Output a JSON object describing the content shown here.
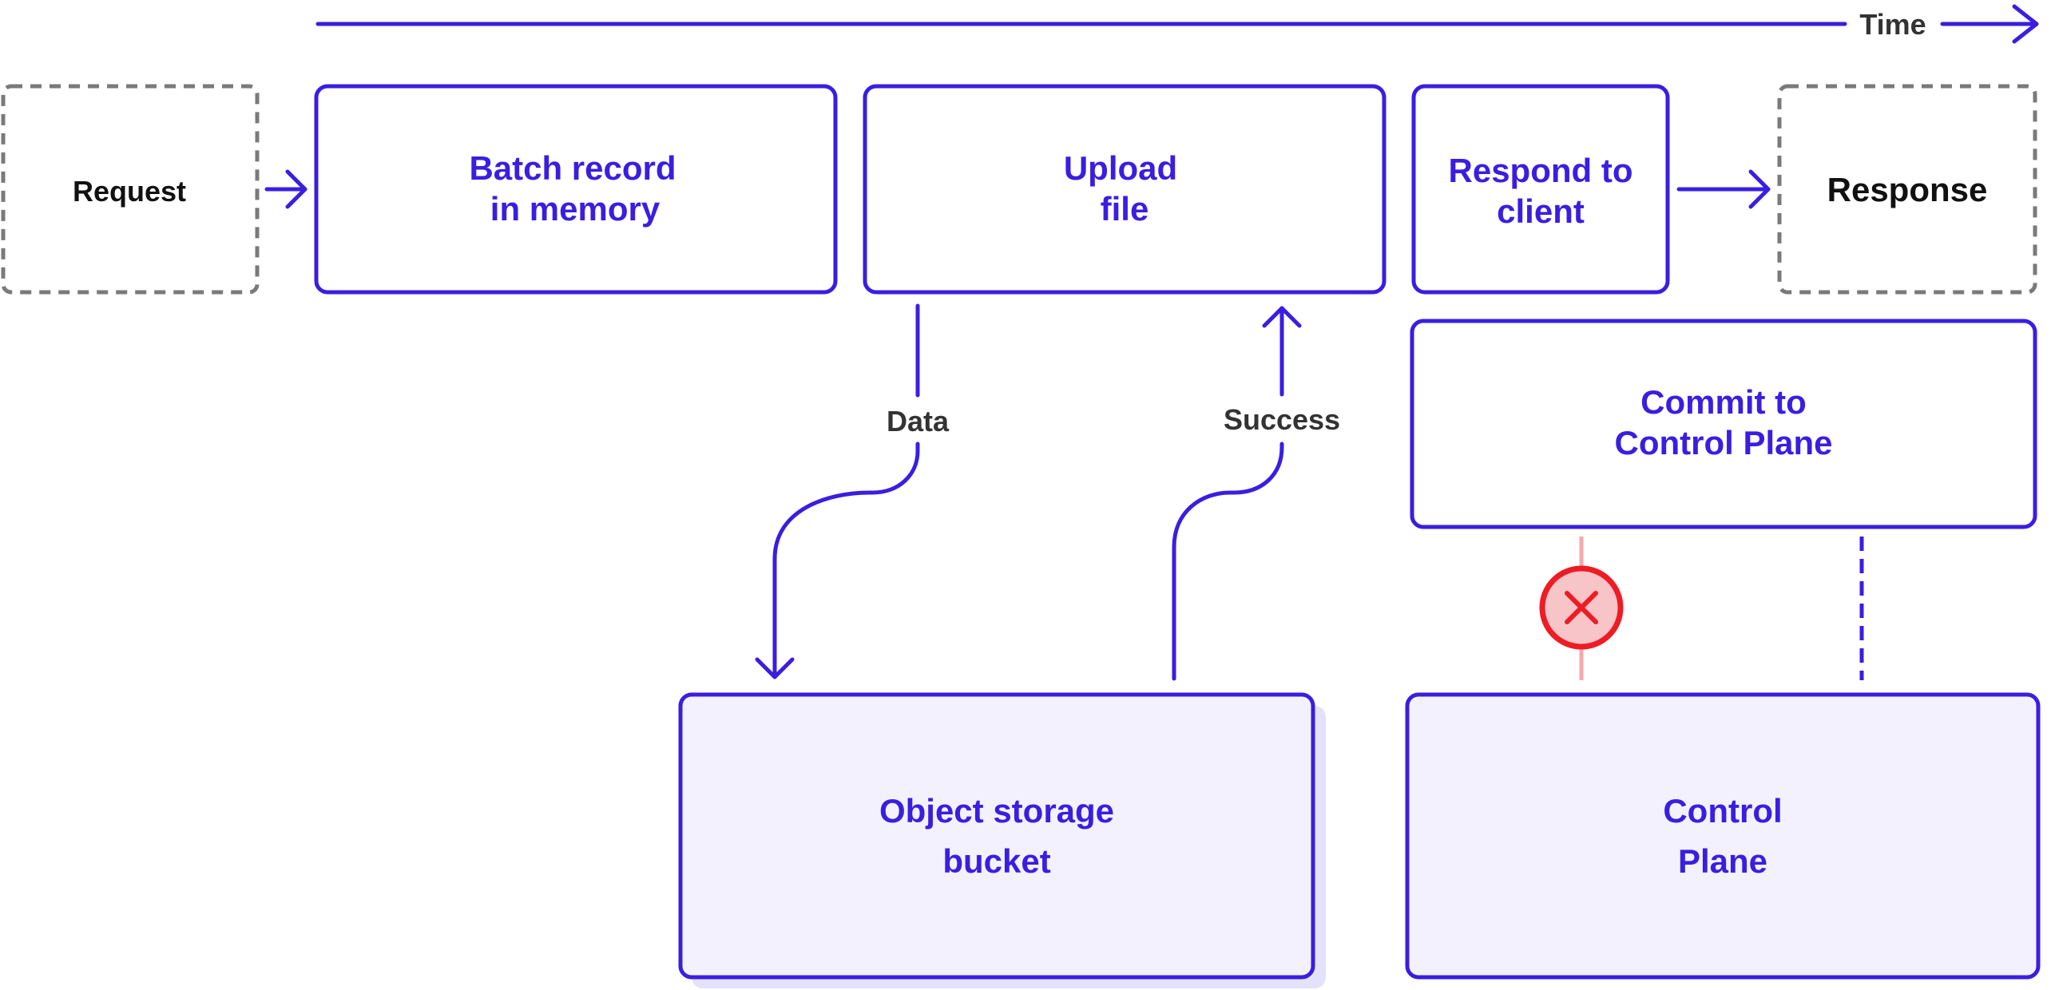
{
  "timeline": {
    "label": "Time"
  },
  "nodes": {
    "request": {
      "label": "Request"
    },
    "batch_record": {
      "lines": [
        "Batch record",
        "in memory"
      ]
    },
    "upload_file": {
      "lines": [
        "Upload",
        "file"
      ]
    },
    "respond_client": {
      "lines": [
        "Respond to",
        "client"
      ]
    },
    "response": {
      "label": "Response"
    },
    "commit_control_plane": {
      "lines": [
        "Commit to",
        "Control Plane"
      ]
    },
    "object_storage": {
      "lines": [
        "Object storage",
        "bucket"
      ]
    },
    "control_plane": {
      "lines": [
        "Control",
        "Plane"
      ]
    }
  },
  "edges": {
    "data_label": "Data",
    "success_label": "Success",
    "failed_commit": "x-icon"
  },
  "colors": {
    "primary": "#3a1ee0",
    "dashed_border": "#7a7a7a",
    "storage_fill": "#f3f1fd",
    "storage_shadow": "#e4e1fa",
    "error_red": "#ee1c24",
    "error_fill": "#f7c4c7",
    "error_line": "#f5a9ad"
  }
}
